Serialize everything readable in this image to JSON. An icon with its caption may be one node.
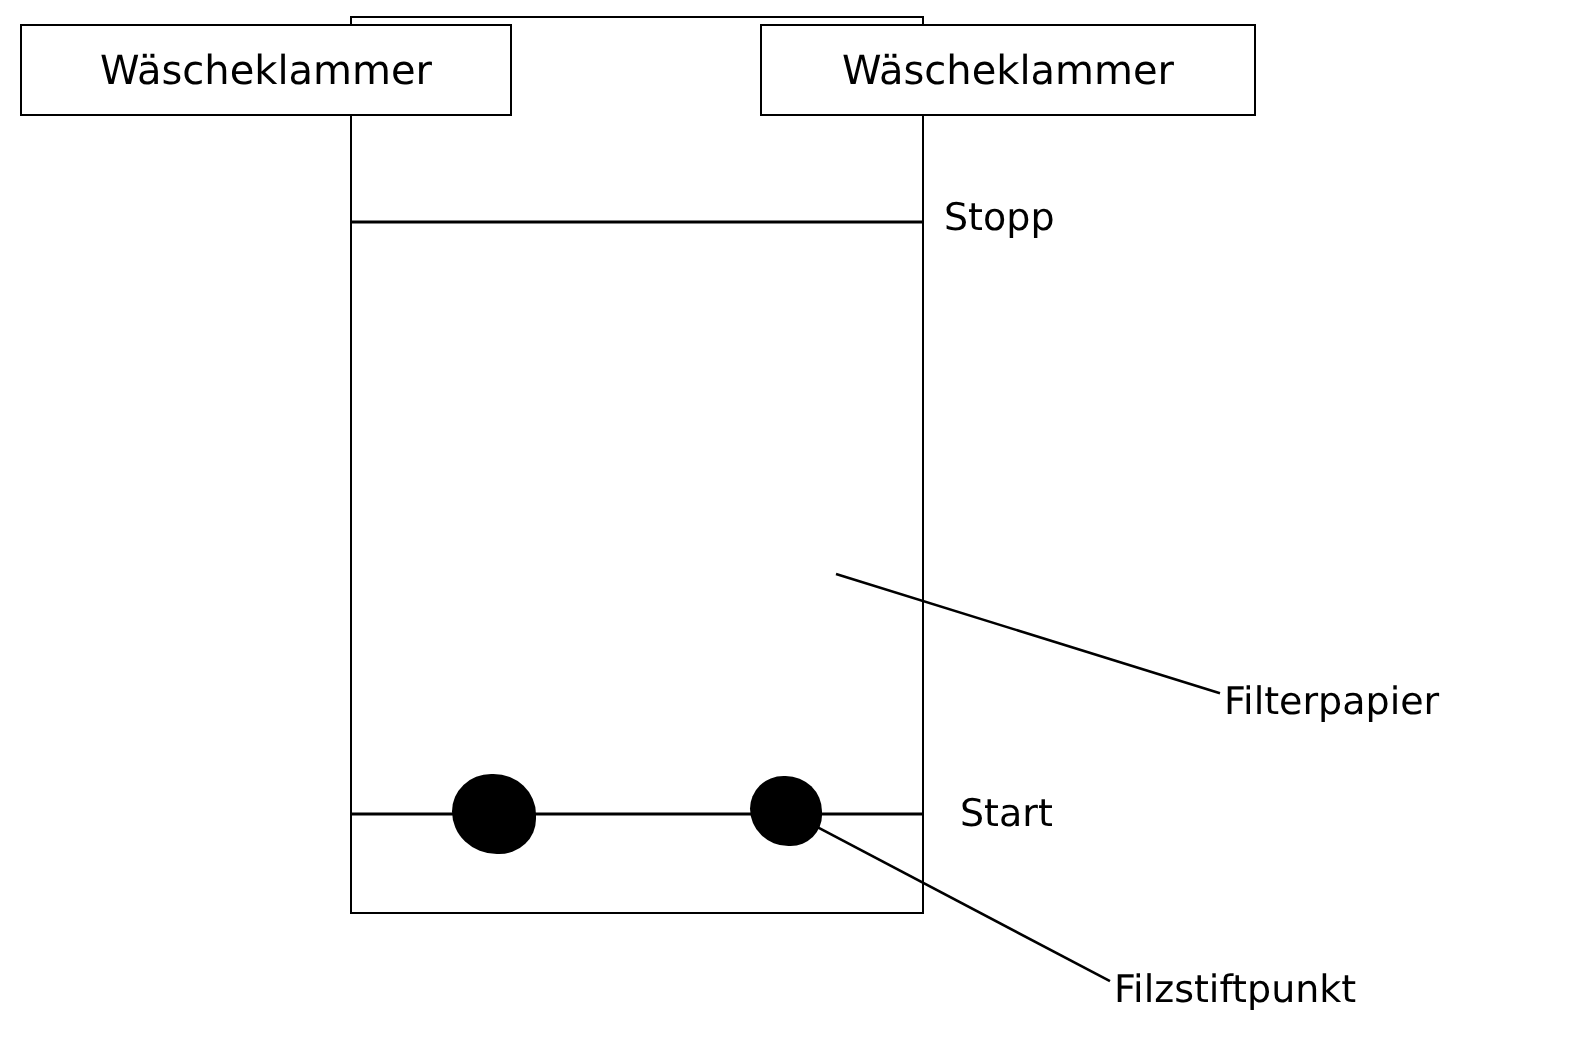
{
  "diagram": {
    "nodes": [
      {
        "text": [],
        "shape": "box"
      },
      {
        "text": [
          "Wäscheklammer"
        ]
      },
      {
        "text": [
          "Wäscheklammer"
        ]
      },
      {
        "text": [
          "Filterpapier"
        ]
      },
      {
        "text": [],
        "shape": "circle",
        "in": 0
      },
      {
        "text": [],
        "shape": "circle",
        "in": 0
      },
      {
        "text": [
          "Filzstiftpunkt"
        ]
      }
    ],
    "edges": [
      {
        "from": 3,
        "to": 0,
        "arrow": "none"
      },
      {
        "from": 6,
        "to": 5,
        "arrow": "none"
      }
    ],
    "labels": [
      "Stopp",
      "Start"
    ]
  }
}
